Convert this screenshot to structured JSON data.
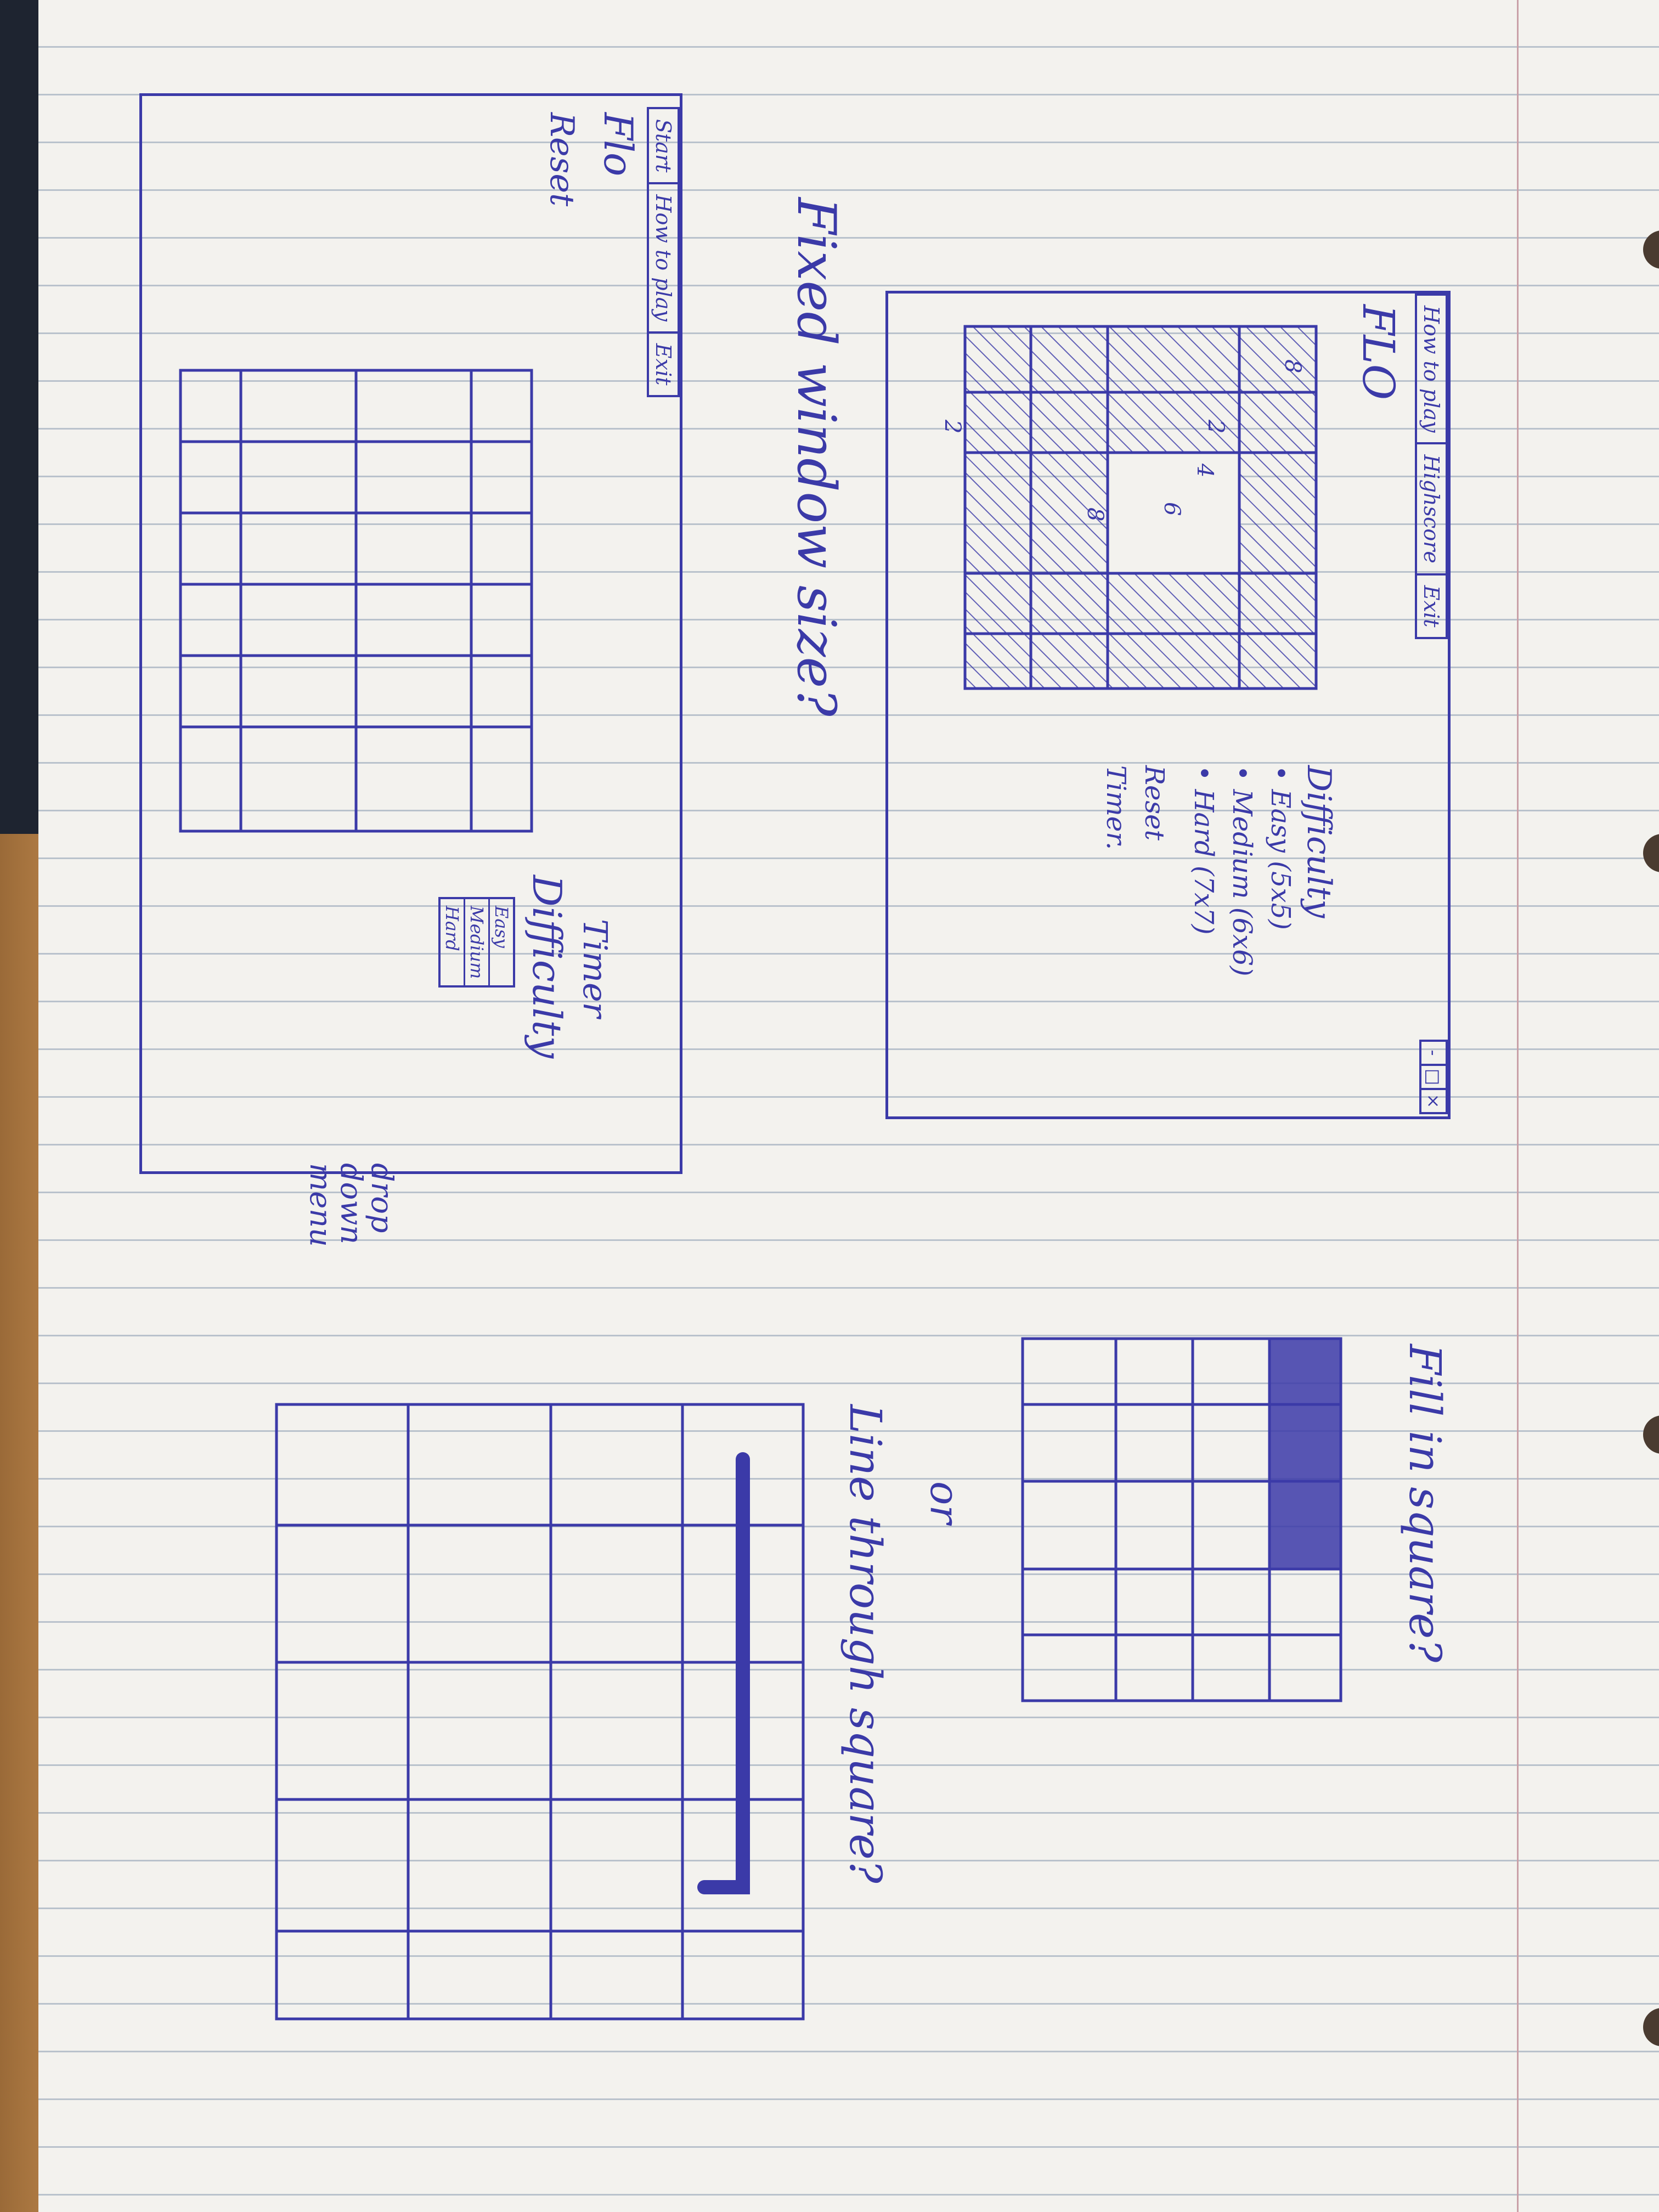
{
  "sketch1": {
    "menu": [
      "How to play",
      "Highscore",
      "Exit"
    ],
    "window_controls": [
      "-",
      "□",
      "×"
    ],
    "title": "FLO",
    "difficulty_heading": "Difficulty",
    "options": [
      "Easy (5x5)",
      "Medium (6x6)",
      "Hard (7x7)"
    ],
    "reset": "Reset",
    "timer": "Timer.",
    "grid_numbers": [
      "8",
      "2",
      "4",
      "6",
      "8",
      "2"
    ]
  },
  "note_window": "Fixed window size?",
  "sketch2": {
    "menu": [
      "Start",
      "How to play",
      "Exit"
    ],
    "title": "Flo",
    "reset": "Reset",
    "timer": "Timer",
    "difficulty_heading": "Difficulty",
    "dropdown": [
      "Easy",
      "Medium",
      "Hard"
    ],
    "annotation": "drop down menu"
  },
  "note_fill": "Fill in square?",
  "note_or": "or",
  "note_line": "Line through square?",
  "colors": {
    "ink": "#3b3aa8",
    "paper": "#f3f2ee",
    "rule": "#b9c2cc"
  }
}
